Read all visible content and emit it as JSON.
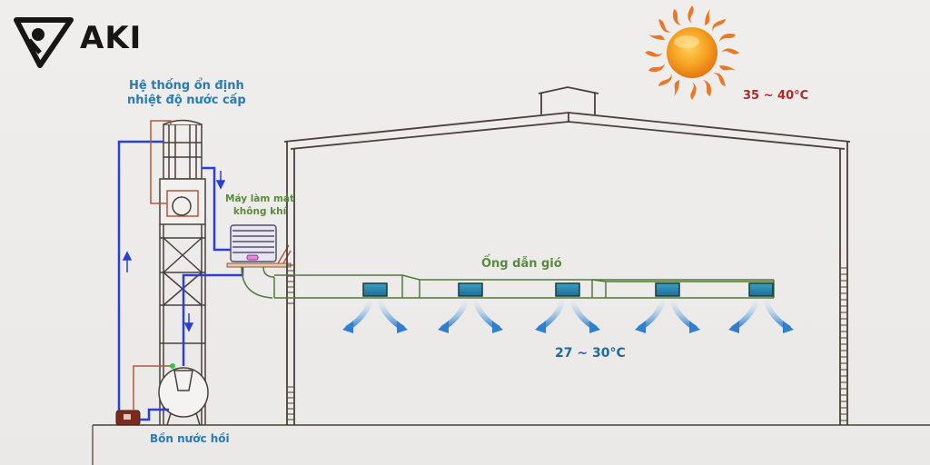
{
  "brand": {
    "logo_text": "AKI",
    "logo_icon": "aki-triangle-logo-icon"
  },
  "labels": {
    "water_stabilizer_line1": "Hệ thống ổn định",
    "water_stabilizer_line2": "nhiệt độ nước cấp",
    "air_cooler_line1": "Máy làm mát",
    "air_cooler_line2": "không khí",
    "air_duct": "Ống dẫn gió",
    "return_tank": "Bồn nước hồi",
    "outdoor_temp": "35 ~ 40°C",
    "indoor_temp": "27 ~ 30°C"
  },
  "icons": {
    "sun": "sun-icon",
    "water_tower": "water-tower-icon",
    "air_cooler": "air-cooler-icon",
    "pump": "pump-icon",
    "return_tank": "return-tank-icon",
    "vent": "air-vent-icon",
    "airflow": "airflow-arrow-icon",
    "flow_arrow": "flow-direction-arrow-icon"
  },
  "vents": {
    "count": 5
  },
  "colors": {
    "water_pipe": "#2a3fd6",
    "return_pipe": "#b0593a",
    "duct": "#4f7a3a",
    "structure": "#4a3f3a",
    "vent_fill": "#2a7fa8",
    "airflow": "#3b86c9",
    "sun": "#f08a1c",
    "hot_temp": "#b0282a",
    "cool_temp": "#1f6a9c"
  }
}
